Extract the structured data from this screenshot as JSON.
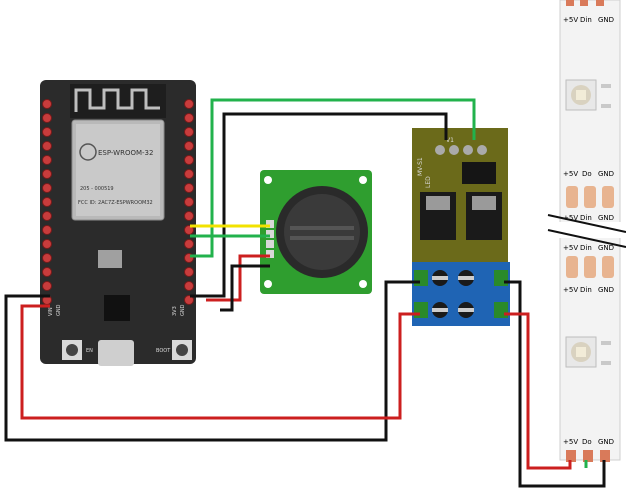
{
  "esp32": {
    "module_line1": "ESP-WROOM-32",
    "module_line2": "FCC ID: 2AC7Z-ESPWROOM32",
    "cert_line": "205 - 000519",
    "logo": "wifi-logo",
    "label_vin": "VIN",
    "label_gnd": "GND",
    "label_en": "EN",
    "label_boot": "BOOT",
    "label_3v3": "3V3",
    "label_gnd_r": "GND"
  },
  "mic_module": {
    "pins": [
      "",
      "",
      "",
      ""
    ]
  },
  "mosfet_module": {
    "label_v1": "V1",
    "label_led": "LED",
    "label_model": "MV-S1"
  },
  "led_strip": {
    "top_labels": [
      "+5V",
      "Din",
      "GND"
    ],
    "cut_top_labels": [
      "+5V",
      "Do",
      "GND"
    ],
    "cut_bottom_top_labels": [
      "+5V",
      "Din",
      "GND"
    ],
    "cut_bottom_labels": [
      "+5V",
      "Din",
      "GND"
    ],
    "bottom_labels": [
      "+5V",
      "Do",
      "GND"
    ],
    "partial_top": [
      "+5V",
      "Din",
      "GND"
    ]
  },
  "colors": {
    "wire_red": "#cc1f1f",
    "wire_black": "#111111",
    "wire_green": "#22b24c",
    "wire_yellow": "#f2e200",
    "board_dark": "#2b2b2b",
    "board_green": "#2f9e2f",
    "mosfet_board": "#6b6a1a",
    "terminal_blue": "#1f64b4"
  }
}
